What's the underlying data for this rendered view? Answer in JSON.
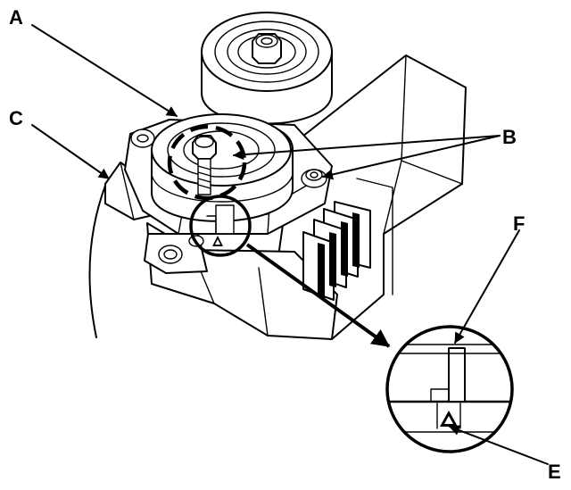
{
  "diagram": {
    "callouts": [
      {
        "id": "A",
        "label": "A"
      },
      {
        "id": "B",
        "label": "B"
      },
      {
        "id": "C",
        "label": "C"
      },
      {
        "id": "E",
        "label": "E"
      },
      {
        "id": "F",
        "label": "F"
      }
    ],
    "components": {
      "idler_pulley": "idler-pulley",
      "tensioner": "belt-tensioner",
      "bracket": "engine-bracket",
      "bolts": "mounting-bolts",
      "detail_view": "alignment-detail"
    }
  }
}
